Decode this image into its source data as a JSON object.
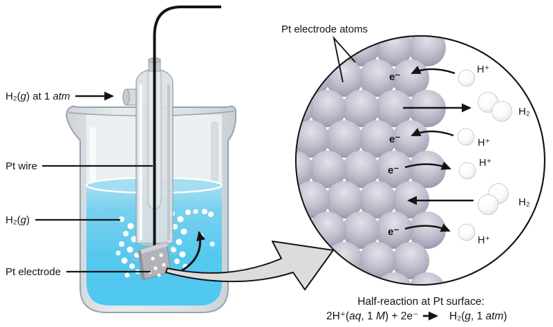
{
  "page": {
    "background": "#ffffff"
  },
  "apparatus": {
    "gas_inlet_label": {
      "p1": "H₂(",
      "p2": "g",
      "p3": ") at 1 ",
      "p4": "atm"
    },
    "wire_label": "Pt wire",
    "solution_gas_label": {
      "p1": "H₂(",
      "p2": "g",
      "p3": ")"
    },
    "electrode_label": "Pt electrode"
  },
  "magnified_view": {
    "title": "Pt electrode atoms",
    "electron_symbol": "e⁻",
    "hydrogen_ion_symbol": "H⁺",
    "hydrogen_molecule_symbol": "H₂"
  },
  "caption": {
    "heading": "Half-reaction at Pt surface:",
    "equation_left": {
      "p1": "2H⁺(",
      "p2": "aq",
      "p3": ", 1 ",
      "p4": "M",
      "p5": ") + 2e⁻"
    },
    "equation_right": {
      "p1": "H₂(",
      "p2": "g",
      "p3": ", 1 ",
      "p4": "atm",
      "p5": ")"
    }
  },
  "colors": {
    "liquid_blue": "#55c8ee",
    "glass_gray": "#d8dee2",
    "platinum_atom_gray": "#b9b9c9",
    "magnifier_arrow_gray": "#dcdcdc",
    "line_black": "#141414"
  }
}
